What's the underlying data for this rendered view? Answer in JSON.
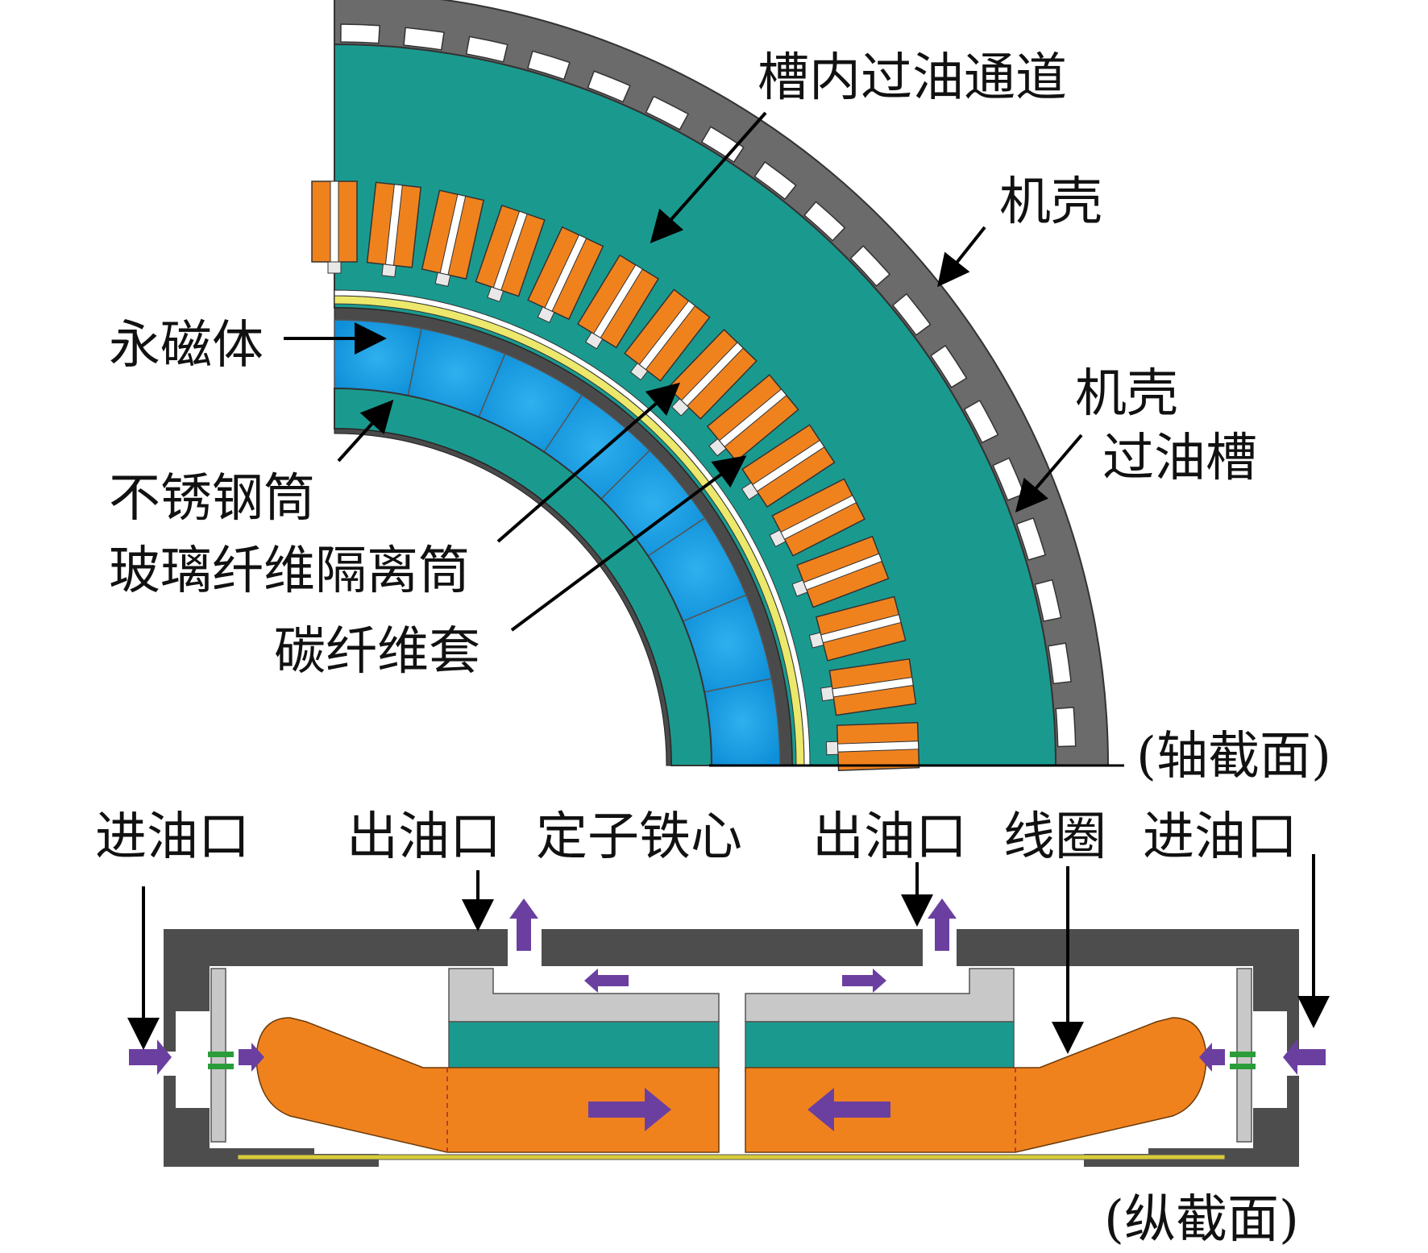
{
  "labels": {
    "slot_oil_channel": "槽内过油通道",
    "housing": "机壳",
    "housing_oil_groove_1": "机壳",
    "housing_oil_groove_2": "过油槽",
    "permanent_magnet": "永磁体",
    "stainless_tube": "不锈钢筒",
    "glass_fiber_sleeve": "玻璃纤维隔离筒",
    "carbon_fiber_sleeve": "碳纤维套",
    "axial_section": "(轴截面)",
    "oil_inlet_left": "进油口",
    "oil_outlet_left": "出油口",
    "stator_core": "定子铁心",
    "oil_outlet_right": "出油口",
    "coil": "线圈",
    "oil_inlet_right": "进油口",
    "longitudinal_section": "(纵截面)"
  },
  "colors": {
    "housing": "#6b6b6b",
    "stator_core": "#1a9a8f",
    "coil": "#f0821e",
    "magnet": "#1aa3e6",
    "carbon_sleeve": "#4a4a4a",
    "glass_sleeve": "#ece86c",
    "flow_arrow": "#6b3fa0",
    "light_gray": "#c8c8c8"
  }
}
